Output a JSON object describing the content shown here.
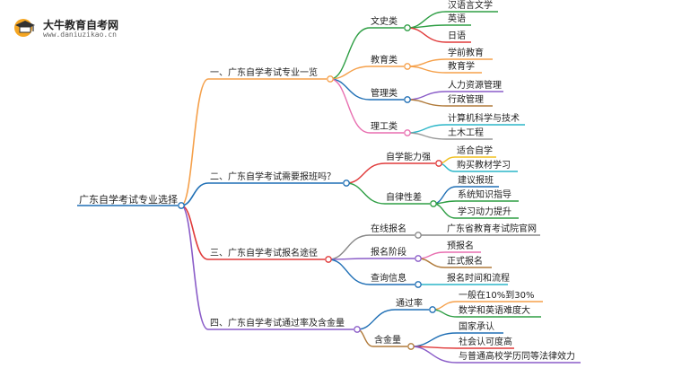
{
  "header": {
    "brand_title": "大牛教育自考网",
    "brand_url": "www.daniuzikao.cn"
  },
  "mindmap": {
    "root": "广东自学考试专业选择",
    "branches": [
      {
        "label": "一、广东自学考试专业一览",
        "color": "#f5a04a",
        "children": [
          {
            "label": "文史类",
            "color": "#2e9e44",
            "leaves": [
              "汉语言文学",
              "英语",
              "日语"
            ],
            "leaf_colors": [
              "#2e9e44",
              "#2e9e44",
              "#e03a3a"
            ]
          },
          {
            "label": "教育类",
            "color": "#f5a04a",
            "leaves": [
              "学前教育",
              "教育学"
            ],
            "leaf_colors": [
              "#f5a04a",
              "#f5a04a"
            ]
          },
          {
            "label": "管理类",
            "color": "#1f6fb5",
            "leaves": [
              "人力资源管理",
              "行政管理"
            ],
            "leaf_colors": [
              "#8a5cc8",
              "#b07a3a"
            ]
          },
          {
            "label": "理工类",
            "color": "#e86fb0",
            "leaves": [
              "计算机科学与技术",
              "土木工程"
            ],
            "leaf_colors": [
              "#2bb6c8",
              "#999999"
            ]
          }
        ]
      },
      {
        "label": "二、广东自学考试需要报班吗？",
        "color": "#1f6fb5",
        "children": [
          {
            "label": "自学能力强",
            "color": "#e03a3a",
            "leaves": [
              "适合自学",
              "购买教材学习"
            ],
            "leaf_colors": [
              "#f0c020",
              "#2bb6c8"
            ]
          },
          {
            "label": "自律性差",
            "color": "#2e9e44",
            "leaves": [
              "建议报班",
              "系统知识指导",
              "学习动力提升"
            ],
            "leaf_colors": [
              "#1f6fb5",
              "#2e9e44",
              "#2e9e44"
            ]
          }
        ]
      },
      {
        "label": "三、广东自学考试报名途径",
        "color": "#e03a3a",
        "children": [
          {
            "label": "在线报名",
            "color": "#888888",
            "leaves": [
              "广东省教育考试院官网"
            ],
            "leaf_colors": [
              "#888888"
            ]
          },
          {
            "label": "报名阶段",
            "color": "#8a5cc8",
            "leaves": [
              "预报名",
              "正式报名"
            ],
            "leaf_colors": [
              "#e86fb0",
              "#b07a3a"
            ]
          },
          {
            "label": "查询信息",
            "color": "#1f6fb5",
            "leaves": [
              "报名时间和流程"
            ],
            "leaf_colors": [
              "#2bb6c8"
            ]
          }
        ]
      },
      {
        "label": "四、广东自学考试通过率及含金量",
        "color": "#8a5cc8",
        "children": [
          {
            "label": "通过率",
            "color": "#1f6fb5",
            "leaves": [
              "一般在10%到30%",
              "数学和英语难度大"
            ],
            "leaf_colors": [
              "#f5a04a",
              "#2e9e44"
            ]
          },
          {
            "label": "含金量",
            "color": "#b07a3a",
            "leaves": [
              "国家承认",
              "社会认可度高",
              "与普通高校学历同等法律效力"
            ],
            "leaf_colors": [
              "#1f6fb5",
              "#e03a3a",
              "#8a5cc8"
            ]
          }
        ]
      }
    ]
  }
}
